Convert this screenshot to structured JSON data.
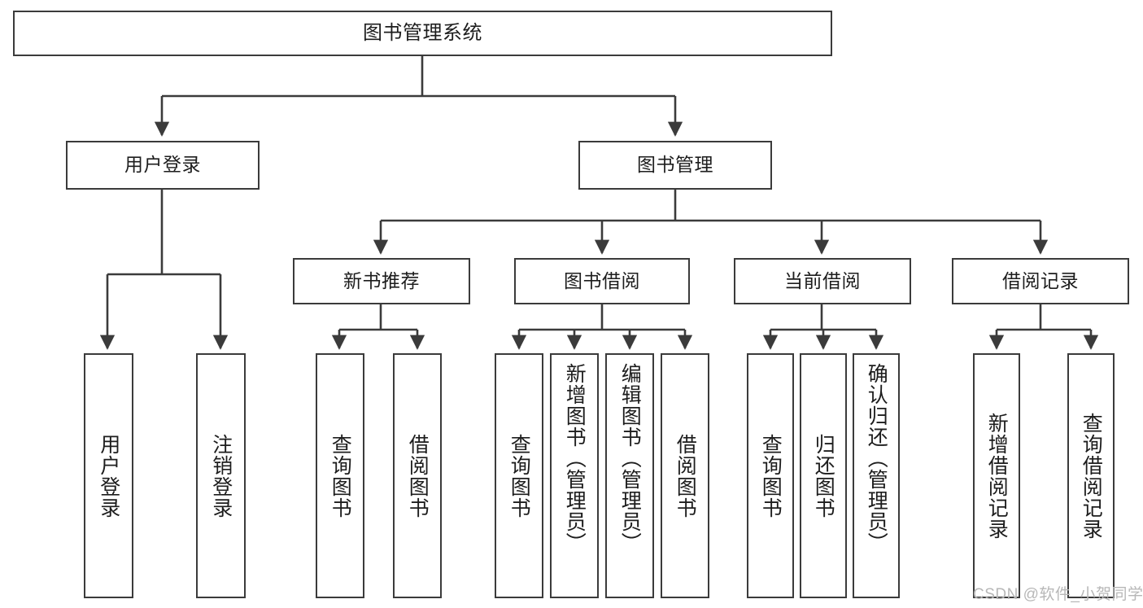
{
  "diagram": {
    "title": "图书管理系统",
    "type": "functional-structure-tree",
    "line_color": "#3b3b3b",
    "box_fill": "#ffffff",
    "background": "#ffffff",
    "watermark": "CSDN @软件_小贺同学"
  },
  "nodes": {
    "root": {
      "label": "图书管理系统"
    },
    "level2": [
      {
        "id": "user-login",
        "label": "用户登录"
      },
      {
        "id": "book-manage",
        "label": "图书管理"
      }
    ],
    "level3": [
      {
        "id": "new-book-recommend",
        "label": "新书推荐"
      },
      {
        "id": "book-borrow",
        "label": "图书借阅"
      },
      {
        "id": "current-borrow",
        "label": "当前借阅"
      },
      {
        "id": "borrow-record",
        "label": "借阅记录"
      }
    ],
    "leaves": [
      {
        "id": "leaf-user-login",
        "label": "用户登录"
      },
      {
        "id": "leaf-logout-login",
        "label": "注销登录"
      },
      {
        "id": "leaf-query-book-1",
        "label": "查询图书"
      },
      {
        "id": "leaf-borrow-book-1",
        "label": "借阅图书"
      },
      {
        "id": "leaf-query-book-2",
        "label": "查询图书"
      },
      {
        "id": "leaf-add-book-admin",
        "label": "新增图书（管理员）"
      },
      {
        "id": "leaf-edit-book-admin",
        "label": "编辑图书（管理员）"
      },
      {
        "id": "leaf-borrow-book-2",
        "label": "借阅图书"
      },
      {
        "id": "leaf-query-book-3",
        "label": "查询图书"
      },
      {
        "id": "leaf-return-book",
        "label": "归还图书"
      },
      {
        "id": "leaf-confirm-return-admin",
        "label": "确认归还（管理员）"
      },
      {
        "id": "leaf-add-borrow-record",
        "label": "新增借阅记录"
      },
      {
        "id": "leaf-query-borrow-record",
        "label": "查询借阅记录"
      }
    ]
  }
}
